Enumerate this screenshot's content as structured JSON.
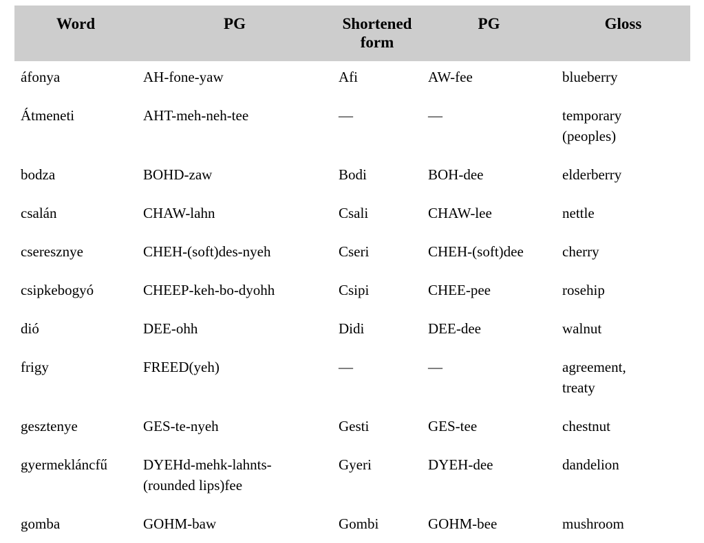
{
  "colors": {
    "header_background": "#cdcdcd",
    "text": "#000000",
    "page_background": "#ffffff"
  },
  "table": {
    "headers": {
      "word": "Word",
      "pg1": "PG",
      "shortened_form": "Shortened form",
      "pg2": "PG",
      "gloss": "Gloss"
    },
    "rows": [
      {
        "word": "áfonya",
        "pg": "AH-fone-yaw",
        "short_form": "Afi",
        "short_pg": "AW-fee",
        "gloss": "blueberry"
      },
      {
        "word": "Átmeneti",
        "pg": "AHT-meh-neh-tee",
        "short_form": "—",
        "short_pg": "—",
        "gloss": "temporary\n(peoples)"
      },
      {
        "word": "bodza",
        "pg": "BOHD-zaw",
        "short_form": "Bodi",
        "short_pg": "BOH-dee",
        "gloss": "elderberry"
      },
      {
        "word": "csalán",
        "pg": "CHAW-lahn",
        "short_form": "Csali",
        "short_pg": "CHAW-lee",
        "gloss": "nettle"
      },
      {
        "word": "cseresznye",
        "pg": "CHEH-(soft)des-nyeh",
        "short_form": "Cseri",
        "short_pg": "CHEH-(soft)dee",
        "gloss": "cherry"
      },
      {
        "word": "csipkebogyó",
        "pg": "CHEEP-keh-bo-dyohh",
        "short_form": "Csipi",
        "short_pg": "CHEE-pee",
        "gloss": "rosehip"
      },
      {
        "word": "dió",
        "pg": "DEE-ohh",
        "short_form": "Didi",
        "short_pg": "DEE-dee",
        "gloss": "walnut"
      },
      {
        "word": "frigy",
        "pg": "FREED(yeh)",
        "short_form": "—",
        "short_pg": "—",
        "gloss": "agreement,\ntreaty"
      },
      {
        "word": "gesztenye",
        "pg": "GES-te-nyeh",
        "short_form": "Gesti",
        "short_pg": "GES-tee",
        "gloss": "chestnut"
      },
      {
        "word": "gyermekláncfű",
        "pg": "DYEHd-mehk-lahnts-\n(rounded lips)fee",
        "short_form": "Gyeri",
        "short_pg": "DYEH-dee",
        "gloss": "dandelion"
      },
      {
        "word": "gomba",
        "pg": "GOHM-baw",
        "short_form": "Gombi",
        "short_pg": "GOHM-bee",
        "gloss": "mushroom"
      }
    ]
  }
}
